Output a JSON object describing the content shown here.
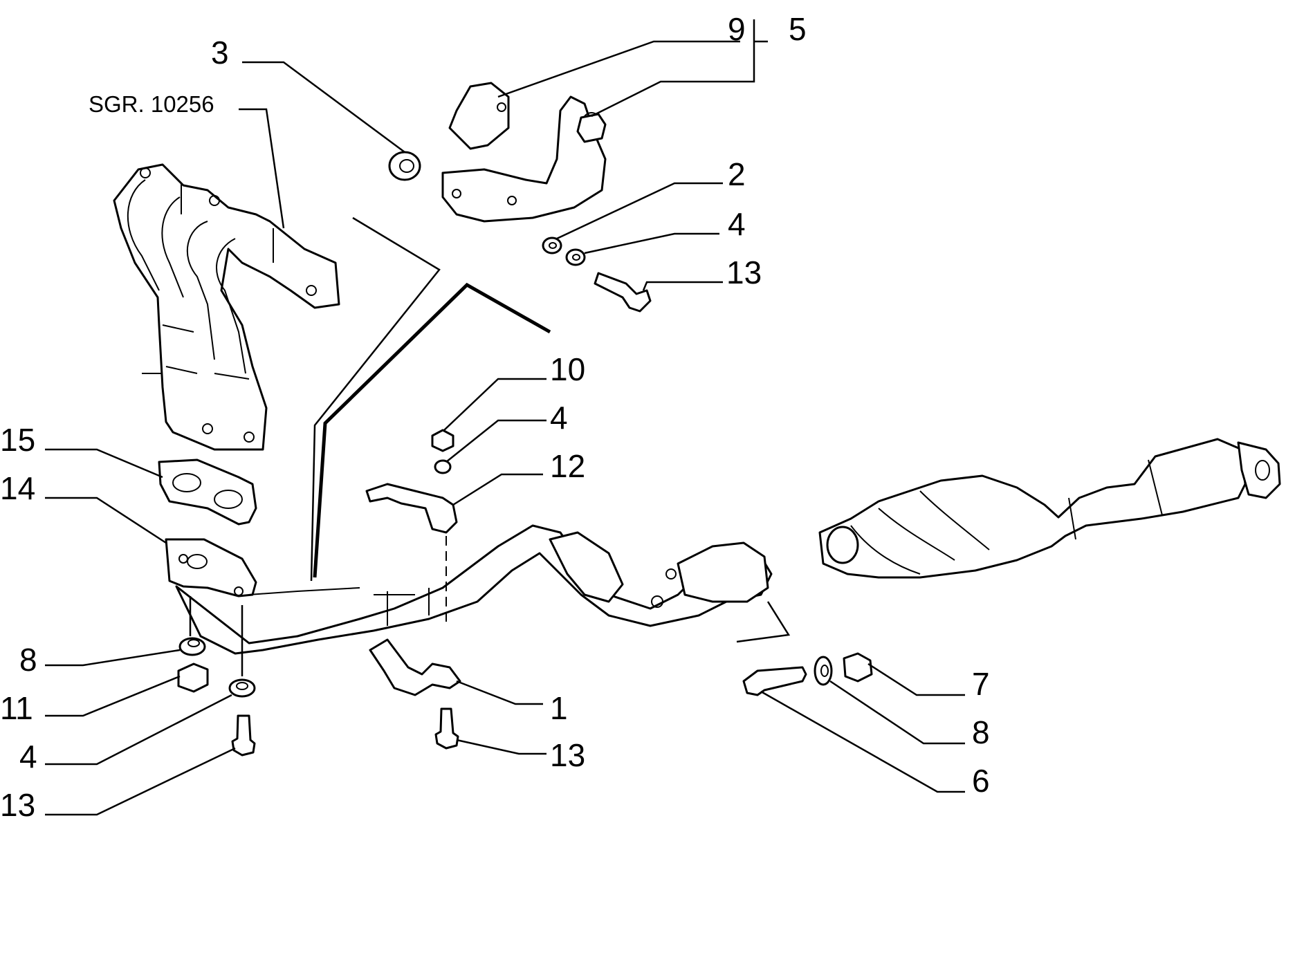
{
  "reference_label": "SGR. 10256",
  "callouts": {
    "c1": "1",
    "c2": "2",
    "c3": "3",
    "c4a": "4",
    "c4b": "4",
    "c4c": "4",
    "c5": "5",
    "c6": "6",
    "c7": "7",
    "c8a": "8",
    "c8b": "8",
    "c9": "9",
    "c10": "10",
    "c11": "11",
    "c12": "12",
    "c13a": "13",
    "c13b": "13",
    "c13c": "13",
    "c14": "14",
    "c15": "15"
  }
}
